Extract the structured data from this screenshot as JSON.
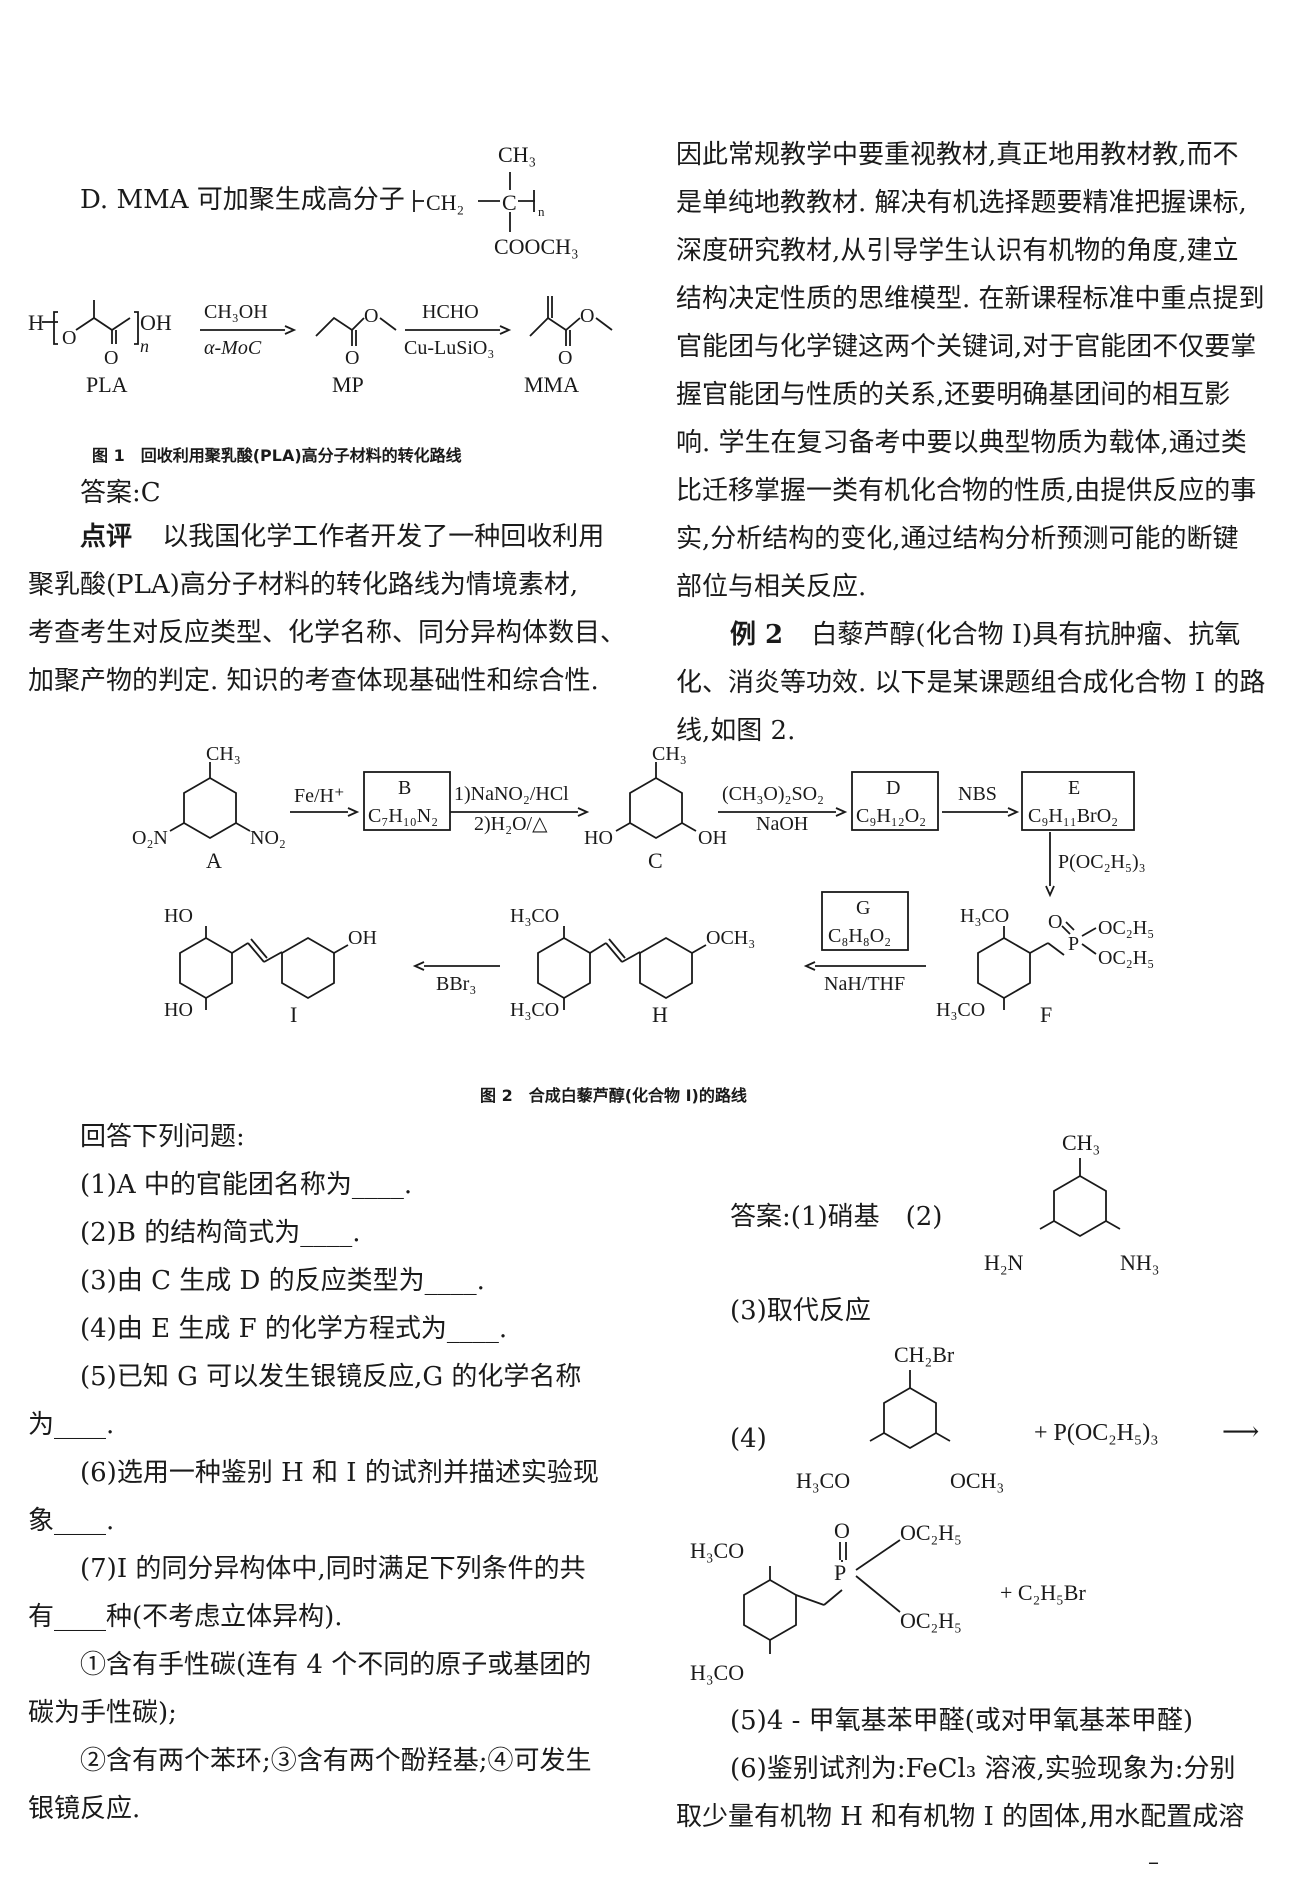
{
  "left": {
    "optionD": "D. MMA 可加聚生成高分子",
    "fig1_caption": "图 1　回收利用聚乳酸(PLA)高分子材料的转化路线",
    "answer": "答案:C",
    "comment_label": "点评",
    "comment_lines": [
      "以我国化学工作者开发了一种回收利用",
      "聚乳酸(PLA)高分子材料的转化路线为情境素材,",
      "考查考生对反应类型、化学名称、同分异构体数目、",
      "加聚产物的判定. 知识的考查体现基础性和综合性."
    ]
  },
  "right": {
    "lines": [
      "因此常规教学中要重视教材,真正地用教材教,而不",
      "是单纯地教教材. 解决有机选择题要精准把握课标,",
      "深度研究教材,从引导学生认识有机物的角度,建立",
      "结构决定性质的思维模型. 在新课程标准中重点提到",
      "官能团与化学键这两个关键词,对于官能团不仅要掌",
      "握官能团与性质的关系,还要明确基团间的相互影",
      "响. 学生在复习备考中要以典型物质为载体,通过类",
      "比迁移掌握一类有机化合物的性质,由提供反应的事",
      "实,分析结构的变化,通过结构分析预测可能的断键",
      "部位与相关反应."
    ],
    "example_label": "例 2",
    "example_lines": [
      "白藜芦醇(化合物 I)具有抗肿瘤、抗氧",
      "化、消炎等功效. 以下是某课题组合成化合物 I 的路",
      "线,如图 2."
    ]
  },
  "fig2_caption": "图 2　合成白藜芦醇(化合物 I)的路线",
  "questions": [
    "回答下列问题:",
    "(1)A 中的官能团名称为____.",
    "(2)B 的结构简式为____.",
    "(3)由 C 生成 D 的反应类型为____.",
    "(4)由 E 生成 F 的化学方程式为____.",
    "(5)已知 G 可以发生银镜反应,G 的化学名称",
    "为____.",
    "(6)选用一种鉴别 H 和 I 的试剂并描述实验现",
    "象____.",
    "(7)I 的同分异构体中,同时满足下列条件的共",
    "有____种(不考虑立体异构).",
    "①含有手性碳(连有 4 个不同的原子或基团的",
    "碳为手性碳);",
    "②含有两个苯环;③含有两个酚羟基;④可发生",
    "银镜反应."
  ],
  "answers": {
    "a1_2": "答案:(1)硝基　(2)",
    "a3": "(3)取代反应",
    "a4": "(4)",
    "a5": "(5)4 - 甲氧基苯甲醛(或对甲氧基苯甲醛)",
    "a6_lines": [
      "(6)鉴别试剂为:FeCl₃ 溶液,实验现象为:分别",
      "取少量有机物 H 和有机物 I 的固体,用水配置成溶"
    ]
  },
  "chem": {
    "ch3": "CH₃",
    "polymer_ch2": "CH₂",
    "polymer_c": "C",
    "polymer_n": "n",
    "cooch3": "COOCH₃",
    "pla_h": "H",
    "pla_o": "O",
    "pla_oh": "OH",
    "pla_n": "n",
    "pla_co": "O",
    "r1_top": "CH₃OH",
    "r1_bottom": "α-MoC",
    "r2_top": "HCHO",
    "r2_bottom": "Cu-LuSiO₃",
    "lbl_pla": "PLA",
    "lbl_mp": "MP",
    "lbl_mma": "MMA",
    "a_ch3": "CH₃",
    "a_no2_left": "O₂N",
    "a_no2_right": "NO₂",
    "a_lbl": "A",
    "s1": "Fe/H⁺",
    "b_name": "B",
    "b_formula": "C₇H₁₀N₂",
    "s2_top": "1)NaNO₂/HCl",
    "s2_bottom": "2)H₂O/△",
    "c_ch3": "CH₃",
    "c_ho": "HO",
    "c_oh": "OH",
    "c_lbl": "C",
    "s3_top": "(CH₃O)₂SO₂",
    "s3_bottom": "NaOH",
    "d_name": "D",
    "d_formula": "C₉H₁₂O₂",
    "s4": "NBS",
    "e_name": "E",
    "e_formula": "C₉H₁₁BrO₂",
    "s5": "P(OC₂H₅)₃",
    "f_h3co_top": "H₃CO",
    "f_h3co_bottom": "H₃CO",
    "f_o": "O",
    "f_p": "P",
    "f_oc2h5_1": "OC₂H₅",
    "f_oc2h5_2": "OC₂H₅",
    "f_lbl": "F",
    "g_name": "G",
    "g_formula": "C₈H₈O₂",
    "s6": "NaH/THF",
    "h_h3co_top": "H₃CO",
    "h_h3co_bottom": "H₃CO",
    "h_och3": "OCH₃",
    "h_lbl": "H",
    "s7": "BBr₃",
    "i_ho_top": "HO",
    "i_ho_bottom": "HO",
    "i_oh": "OH",
    "i_lbl": "I",
    "ans_ch3": "CH₃",
    "ans_h2n": "H₂N",
    "ans_nh3": "NH₃",
    "ans_ch2br": "CH₂Br",
    "ans_h3co_l": "H₃CO",
    "ans_och3_r": "OCH₃",
    "ans_plus_p": "+ P(OC₂H₅)₃",
    "ans_arrow": "⟶",
    "prod_h3co_top": "H₃CO",
    "prod_h3co_bottom": "H₃CO",
    "prod_o": "O",
    "prod_p": "P",
    "prod_oc2h5_1": "OC₂H₅",
    "prod_oc2h5_2": "OC₂H₅",
    "prod_plus": "+ C₂H₅Br"
  },
  "page_mark": "–"
}
